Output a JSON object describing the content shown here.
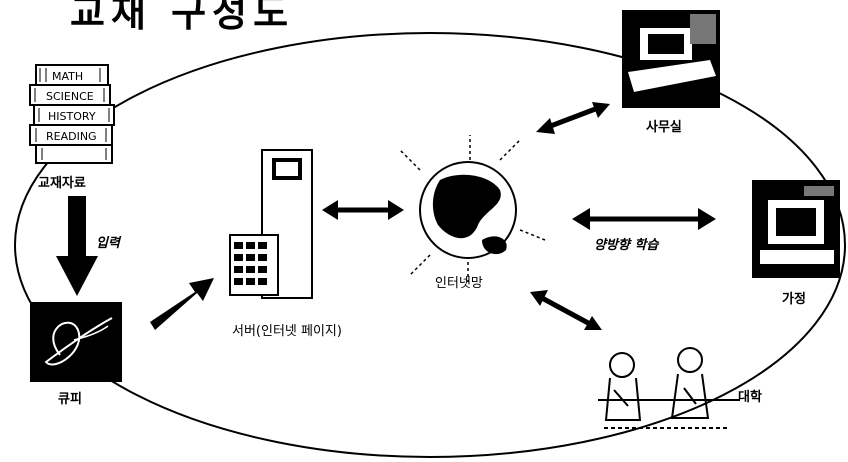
{
  "title": "교재 구성도",
  "nodes": {
    "materials": {
      "label": "교재자료",
      "books": [
        "MATH",
        "SCIENCE",
        "HISTORY",
        "READING"
      ]
    },
    "cupid": {
      "label": "큐피"
    },
    "server": {
      "label": "서버(인터넷 페이지)"
    },
    "internet": {
      "label": "인터넷망"
    },
    "office": {
      "label": "사무실"
    },
    "home": {
      "label": "가정"
    },
    "university": {
      "label": "대학"
    }
  },
  "edges": {
    "input": {
      "label": "입력"
    },
    "bidirectional": {
      "label": "양방향 학습"
    }
  }
}
